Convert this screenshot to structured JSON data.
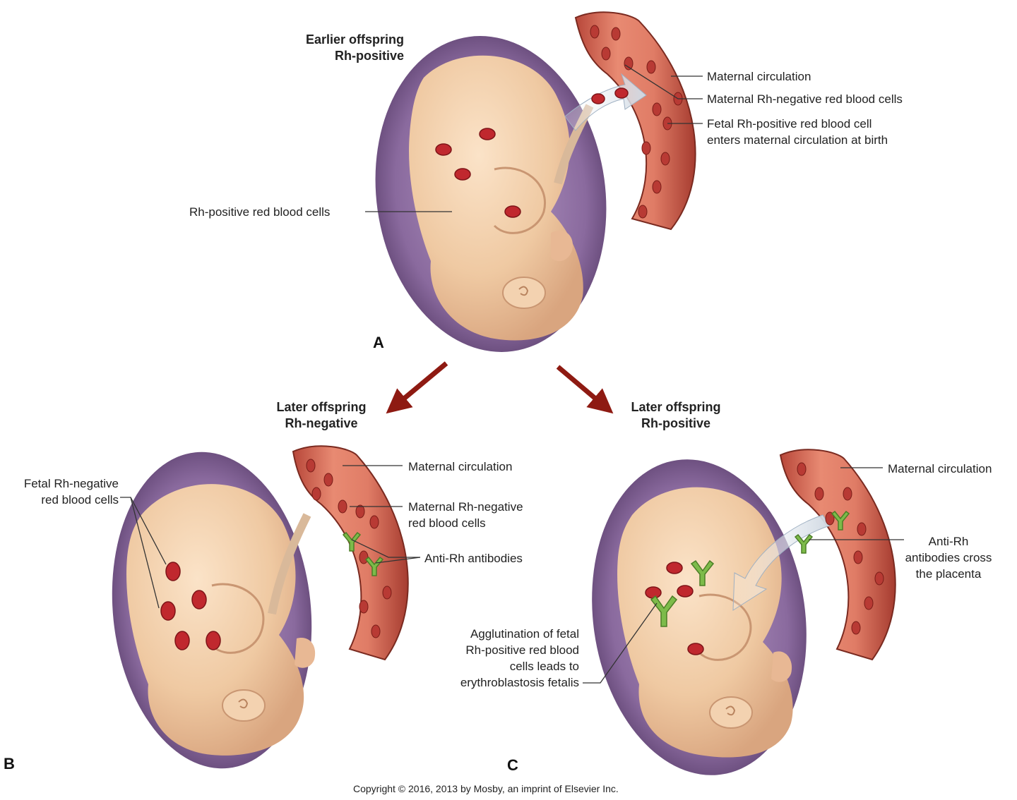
{
  "colors": {
    "sac": "#7b5a8e",
    "fetus_skin": "#f0cda8",
    "vessel": "#d96a55",
    "rbc": "#c0282e",
    "antibody": "#7dbb4a",
    "transfer_arrow": "#dfe6ee",
    "flow_arrow": "#8e1a12"
  },
  "panel_a": {
    "letter": "A",
    "heading_line1": "Earlier offspring",
    "heading_line2": "Rh-positive",
    "label_fetal_cells": "Rh-positive red blood cells",
    "label_maternal_circulation": "Maternal circulation",
    "label_maternal_cells": "Maternal Rh-negative red blood cells",
    "label_fetal_entry_line1": "Fetal Rh-positive red blood cell",
    "label_fetal_entry_line2": "enters maternal circulation at birth"
  },
  "panel_b": {
    "letter": "B",
    "heading_line1": "Later offspring",
    "heading_line2": "Rh-negative",
    "label_fetal_cells_line1": "Fetal Rh-negative",
    "label_fetal_cells_line2": "red blood cells",
    "label_maternal_circulation": "Maternal circulation",
    "label_maternal_cells_line1": "Maternal Rh-negative",
    "label_maternal_cells_line2": "red blood cells",
    "label_antibodies": "Anti-Rh antibodies"
  },
  "panel_c": {
    "letter": "C",
    "heading_line1": "Later offspring",
    "heading_line2": "Rh-positive",
    "label_maternal_circulation": "Maternal circulation",
    "label_antibodies_line1": "Anti-Rh",
    "label_antibodies_line2": "antibodies cross",
    "label_antibodies_line3": "the placenta",
    "label_agglutination_line1": "Agglutination of fetal",
    "label_agglutination_line2": "Rh-positive red blood",
    "label_agglutination_line3": "cells leads to",
    "label_agglutination_line4": "erythroblastosis fetalis"
  },
  "copyright": "Copyright © 2016, 2013 by Mosby, an imprint of Elsevier Inc."
}
